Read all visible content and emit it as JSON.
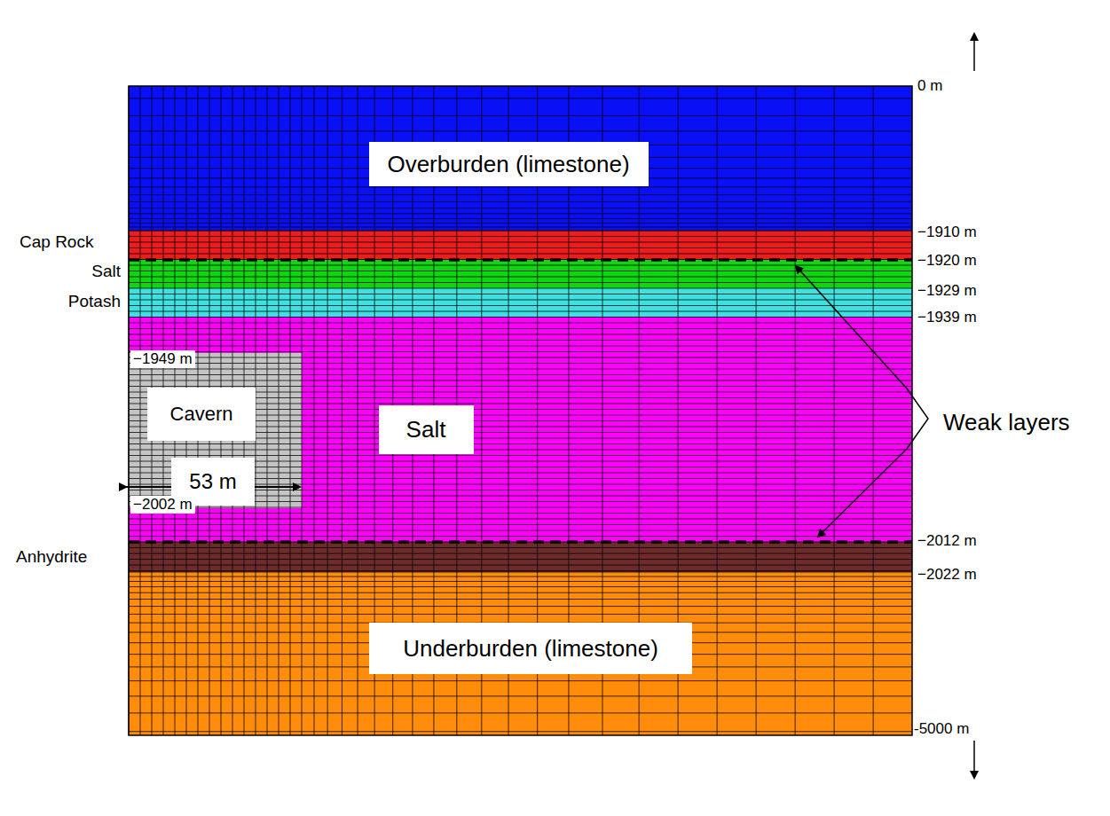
{
  "diagram": {
    "nodes": [
      {
        "text": [
          "Overburden (limestone)"
        ]
      },
      {
        "text": [
          "Cavern"
        ]
      },
      {
        "text": [
          "53 m"
        ]
      },
      {
        "text": [
          "Salt"
        ]
      },
      {
        "text": [
          "Underburden (limestone)"
        ]
      }
    ],
    "labels": [
      "0 m",
      "Cap Rock",
      "Salt",
      "Potash",
      "−1910 m",
      "−1920 m",
      "−1929 m",
      "−1939 m",
      "−1949 m",
      "−2002 m",
      "Weak layers",
      "Anhydrite",
      "−2012 m",
      "−2022 m",
      "-5000 m"
    ]
  }
}
